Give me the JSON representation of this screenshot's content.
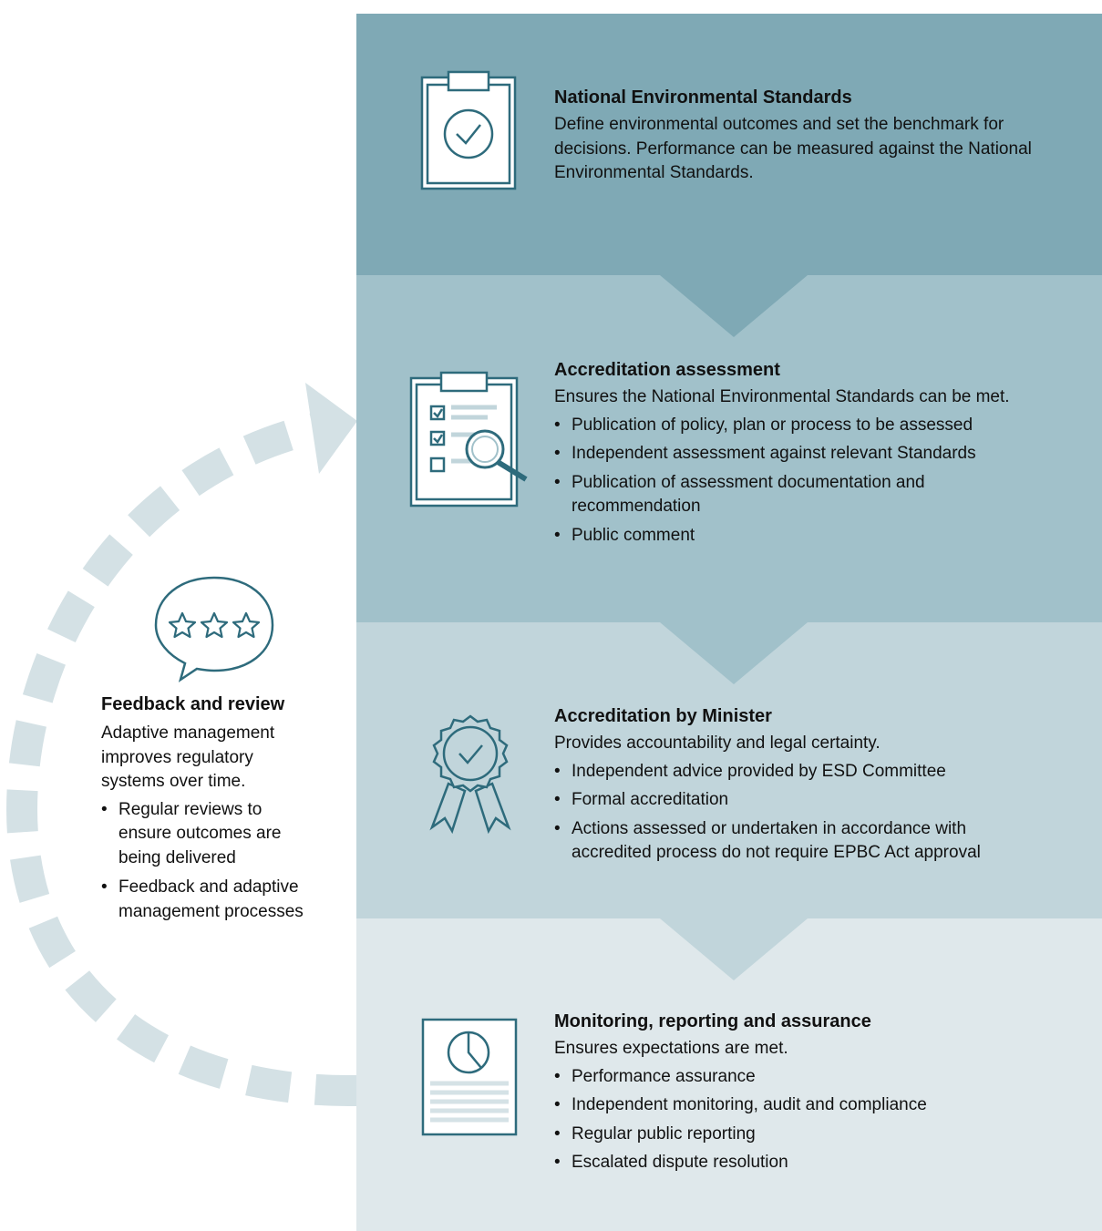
{
  "colors": {
    "panel_1": "#7fa9b5",
    "panel_2": "#a1c1ca",
    "panel_3": "#c1d5db",
    "panel_4": "#dfe8eb",
    "loop_arrow": "#d4e1e5",
    "icon_stroke": "#2e6b7c",
    "text": "#111111"
  },
  "steps": [
    {
      "title": "National Environmental Standards",
      "description": "Define environmental outcomes and set the benchmark for decisions. Performance can be measured against the National Environmental Standards.",
      "bullets": [],
      "icon": "clipboard-check-icon"
    },
    {
      "title": "Accreditation assessment",
      "description": "Ensures the National Environmental Standards can be met.",
      "bullets": [
        "Publication of policy, plan or process to be assessed",
        "Independent assessment against relevant Standards",
        "Publication of assessment documentation and recommendation",
        "Public comment"
      ],
      "icon": "checklist-magnifier-icon"
    },
    {
      "title": "Accreditation by Minister",
      "description": "Provides accountability and legal certainty.",
      "bullets": [
        "Independent advice provided by ESD Committee",
        "Formal accreditation",
        "Actions assessed or undertaken in accordance with accredited process do not require EPBC Act approval"
      ],
      "icon": "award-ribbon-icon"
    },
    {
      "title": "Monitoring, reporting and assurance",
      "description": "Ensures expectations are met.",
      "bullets": [
        "Performance assurance",
        "Independent monitoring, audit and compliance",
        "Regular public reporting",
        "Escalated dispute resolution"
      ],
      "icon": "report-chart-icon"
    }
  ],
  "feedback": {
    "title": "Feedback and review",
    "description": "Adaptive management improves regulatory systems over time.",
    "bullets": [
      "Regular reviews to ensure outcomes are being delivered",
      "Feedback and adaptive management processes"
    ],
    "icon": "speech-bubble-stars-icon"
  }
}
